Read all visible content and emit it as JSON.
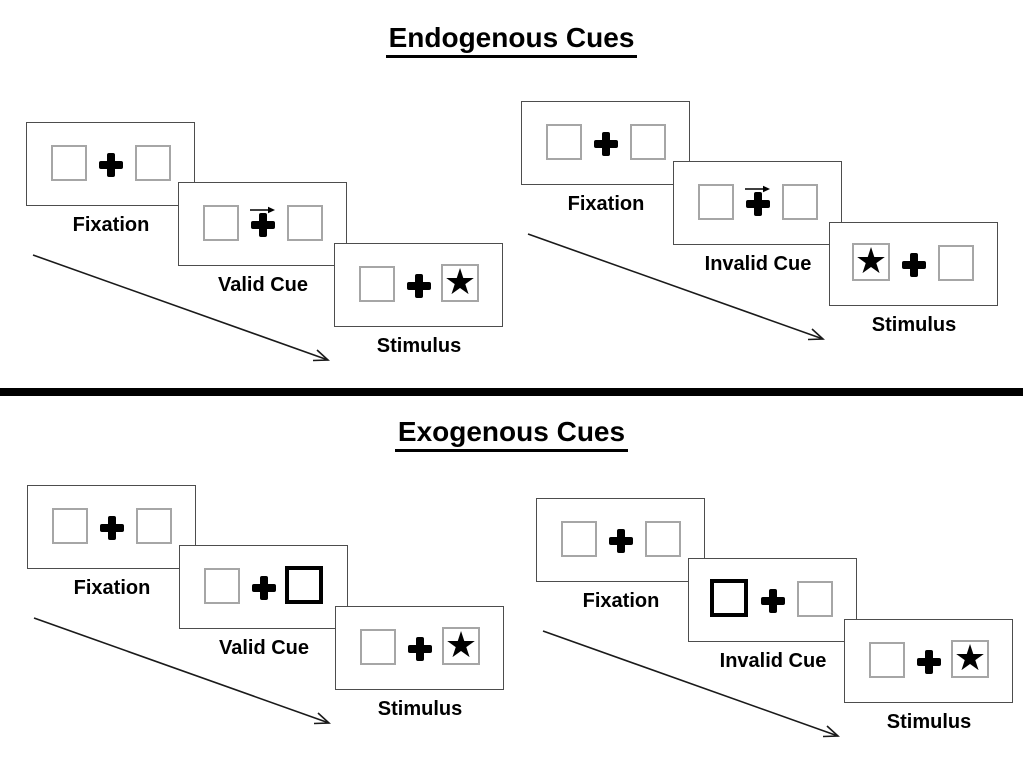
{
  "sections": [
    {
      "title": "Endogenous Cues",
      "sequences": [
        {
          "name": "valid",
          "panels": [
            {
              "label": "Fixation"
            },
            {
              "label": "Valid Cue",
              "cue": "arrow-right"
            },
            {
              "label": "Stimulus",
              "star": "right"
            }
          ]
        },
        {
          "name": "invalid",
          "panels": [
            {
              "label": "Fixation"
            },
            {
              "label": "Invalid Cue",
              "cue": "arrow-right"
            },
            {
              "label": "Stimulus",
              "star": "left"
            }
          ]
        }
      ]
    },
    {
      "title": "Exogenous Cues",
      "sequences": [
        {
          "name": "valid",
          "panels": [
            {
              "label": "Fixation"
            },
            {
              "label": "Valid Cue",
              "cue": "box-right"
            },
            {
              "label": "Stimulus",
              "star": "right"
            }
          ]
        },
        {
          "name": "invalid",
          "panels": [
            {
              "label": "Fixation"
            },
            {
              "label": "Invalid Cue",
              "cue": "box-left"
            },
            {
              "label": "Stimulus",
              "star": "right"
            }
          ]
        }
      ]
    }
  ],
  "glyphs": {
    "star": "★"
  },
  "colors": {
    "background": "#ffffff",
    "ink": "#000000",
    "panel_border": "#4d4d4d",
    "square_border": "#a6a6a6",
    "cue_box_border": "#000000",
    "divider": "#000000"
  }
}
